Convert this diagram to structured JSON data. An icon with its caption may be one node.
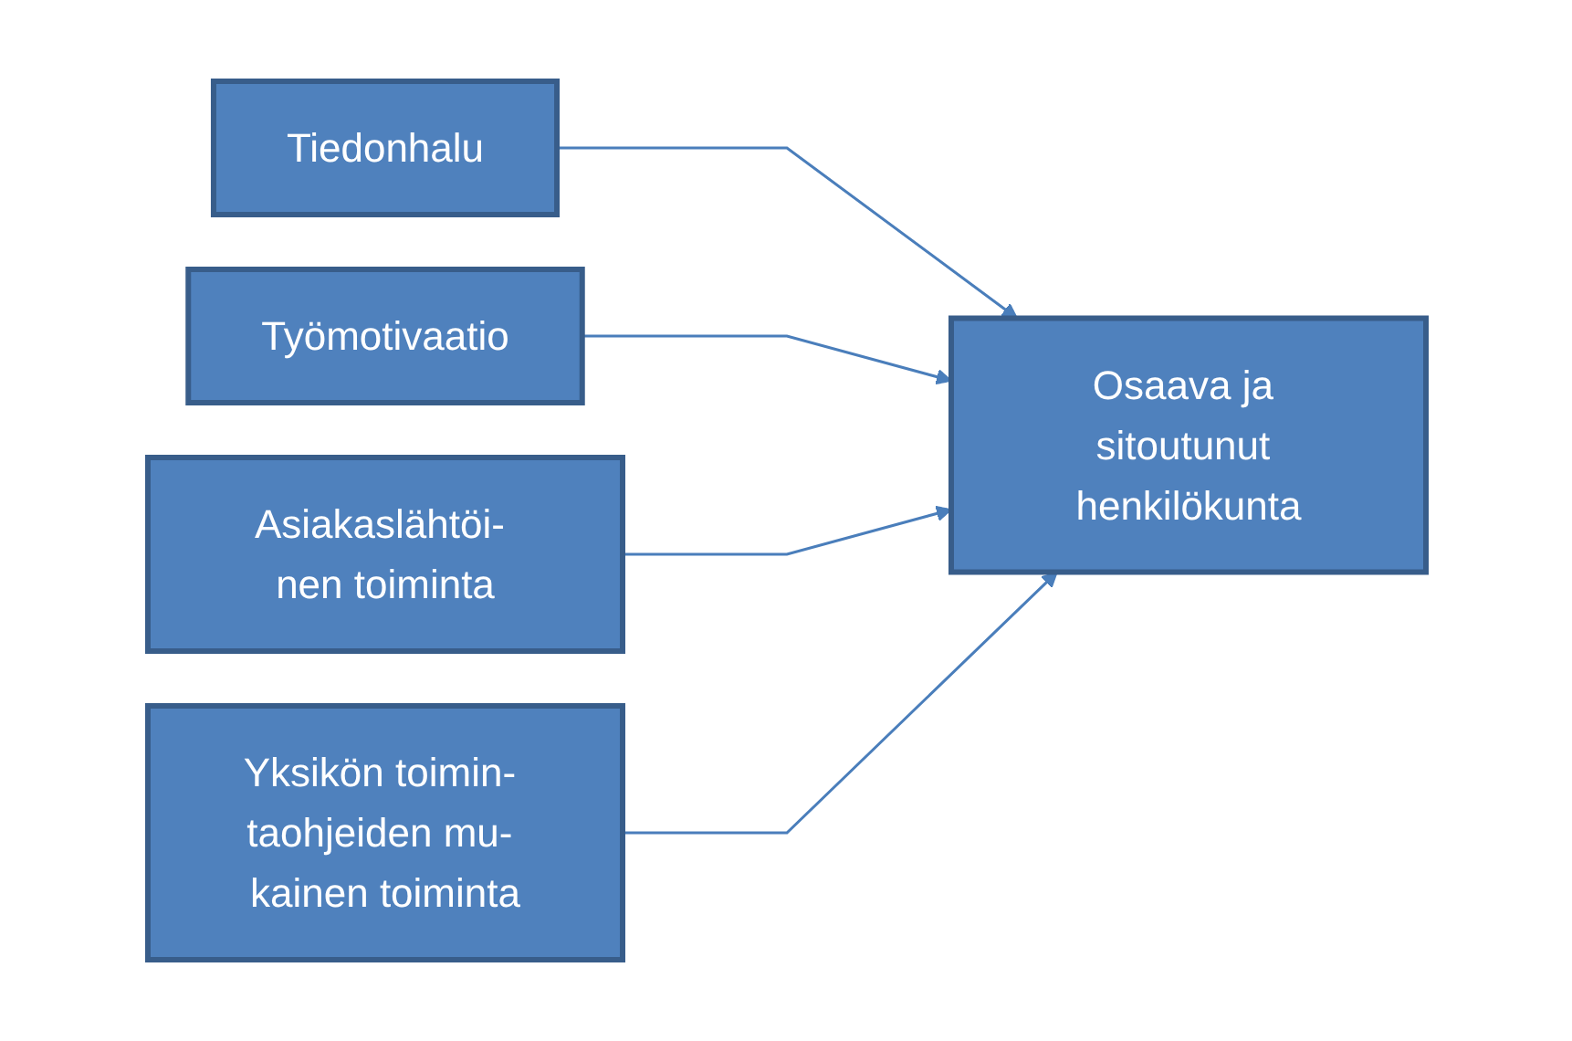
{
  "diagram": {
    "nodes": [
      {
        "text": [
          "Tiedonhalu"
        ]
      },
      {
        "text": [
          "Työmotivaatio"
        ]
      },
      {
        "text": [
          "Asiakaslähtöi- nen toiminta"
        ]
      },
      {
        "text": [
          "Yksikön toimin- taohjeiden mu- kainen toiminta"
        ]
      },
      {
        "text": [
          "Osaava ja sitoutunut henkilökunta"
        ]
      }
    ],
    "edges": [
      {
        "from": 0,
        "to": 4,
        "arrow": "to"
      },
      {
        "from": 1,
        "to": 4,
        "arrow": "to"
      },
      {
        "from": 2,
        "to": 4,
        "arrow": "to"
      },
      {
        "from": 3,
        "to": 4,
        "arrow": "to"
      }
    ]
  }
}
